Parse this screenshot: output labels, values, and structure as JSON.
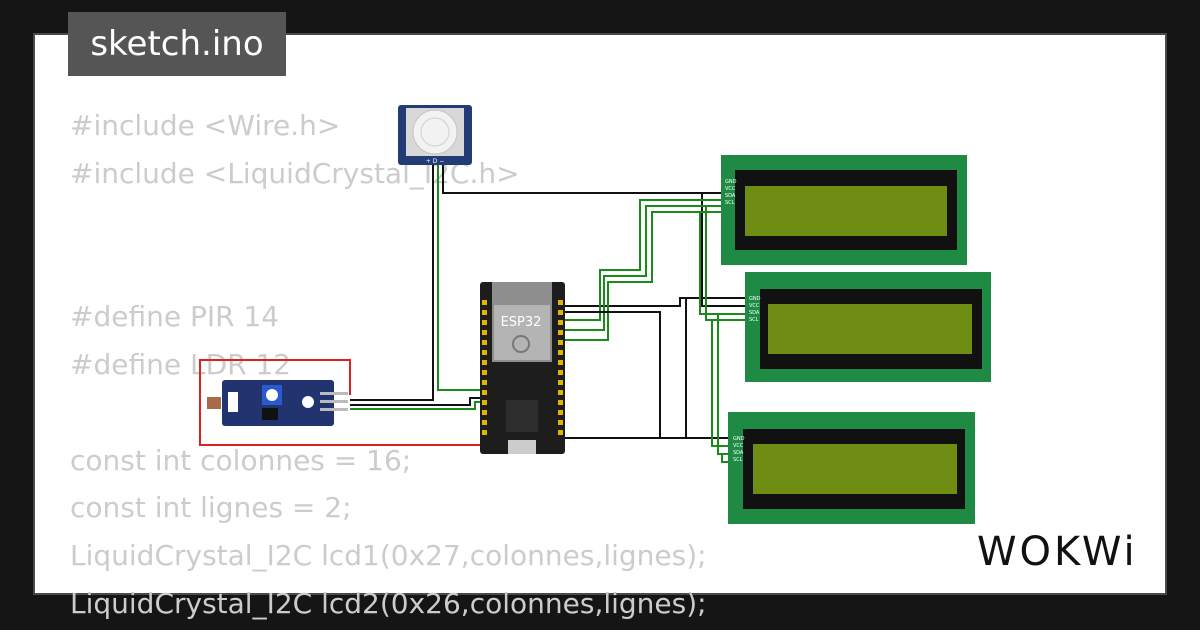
{
  "file": {
    "name": "sketch.ino"
  },
  "code": {
    "lines": [
      "#include <Wire.h>",
      "#include <LiquidCrystal_I2C.h>",
      "",
      "",
      "#define PIR 14",
      "#define LDR 12",
      "",
      "const int colonnes = 16;",
      "const int lignes = 2;",
      "LiquidCrystal_I2C lcd1(0x27,colonnes,lignes);",
      "LiquidCrystal_I2C lcd2(0x26,colonnes,lignes);"
    ]
  },
  "board": {
    "label": "ESP32"
  },
  "pir": {
    "pins": "+ D −"
  },
  "lcd_pins": [
    "GND",
    "VCC",
    "SDA",
    "SCL"
  ],
  "brand": {
    "logo": "WOKWi"
  },
  "colors": {
    "page_bg": "#151515",
    "card_bg": "#ffffff",
    "tab_bg": "#555555",
    "code_text": "#cccccc",
    "lcd_pcb": "#1e8a44",
    "lcd_screen": "#6f8c13",
    "board": "#1d1d1d",
    "pir": "#243c76",
    "wire_black": "#111111",
    "wire_green": "#1a8a1a",
    "wire_red": "#dd2222"
  }
}
